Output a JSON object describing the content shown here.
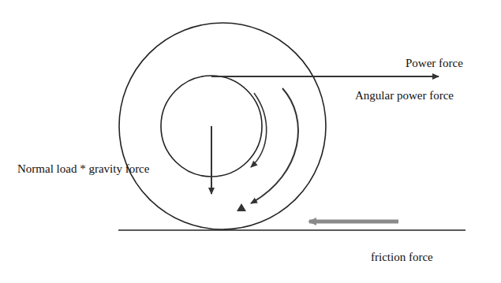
{
  "diagram": {
    "labels": [
      "Power force",
      "Angular power force",
      "Normal load * gravity force",
      "friction force"
    ]
  }
}
